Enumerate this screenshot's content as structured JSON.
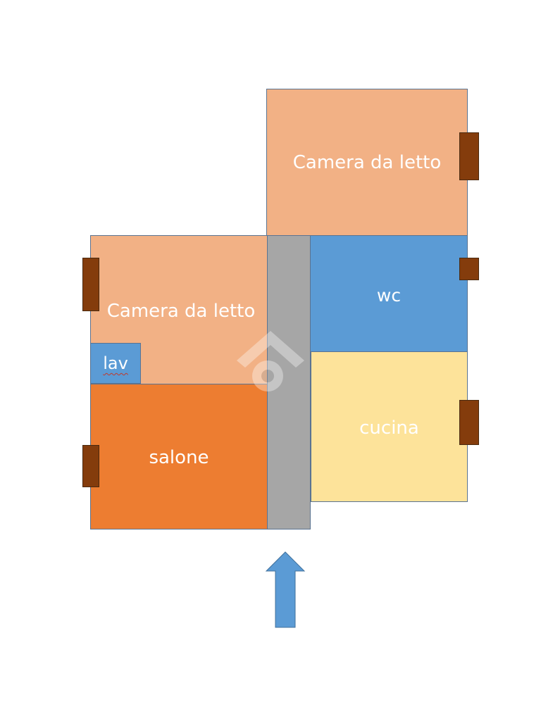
{
  "floorplan": {
    "rooms": {
      "bedroom_top": {
        "label": "Camera da letto",
        "color": "#f2b185"
      },
      "bedroom_left": {
        "label": "Camera da letto",
        "color": "#f2b185"
      },
      "salone": {
        "label": "salone",
        "color": "#ed7d31"
      },
      "wc": {
        "label": "wc",
        "color": "#5b9bd5"
      },
      "cucina": {
        "label": "cucina",
        "color": "#fde39a"
      },
      "lav": {
        "label": "lav",
        "color": "#5b9bd5"
      }
    },
    "corridor_color": "#a6a6a6",
    "window_color": "#843c0c",
    "entrance_arrow_color": "#5b9bd5",
    "label_color": "#ffffff"
  }
}
